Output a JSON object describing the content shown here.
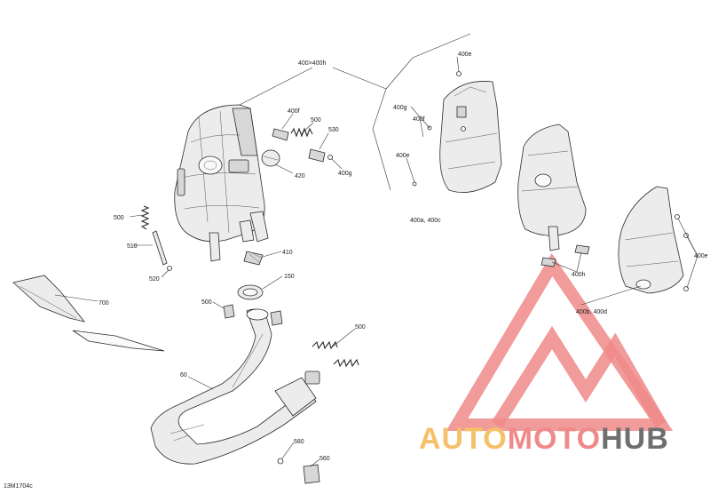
{
  "diagram": {
    "doc_code": "13M1704c",
    "callouts": [
      {
        "id": "c-400-400h",
        "text": "400>400h"
      },
      {
        "id": "c-400e-top",
        "text": "400e"
      },
      {
        "id": "c-400g-right",
        "text": "400g"
      },
      {
        "id": "c-400f-right",
        "text": "400f"
      },
      {
        "id": "c-400e-mid",
        "text": "400e"
      },
      {
        "id": "c-400a-400c",
        "text": "400a, 400c"
      },
      {
        "id": "c-400f-left",
        "text": "400f"
      },
      {
        "id": "c-500-top",
        "text": "500"
      },
      {
        "id": "c-530",
        "text": "530"
      },
      {
        "id": "c-400g-left",
        "text": "400g"
      },
      {
        "id": "c-420",
        "text": "420"
      },
      {
        "id": "c-500-left",
        "text": "500"
      },
      {
        "id": "c-510",
        "text": "510"
      },
      {
        "id": "c-520",
        "text": "520"
      },
      {
        "id": "c-410",
        "text": "410"
      },
      {
        "id": "c-150",
        "text": "150"
      },
      {
        "id": "c-700",
        "text": "700"
      },
      {
        "id": "c-500-mid",
        "text": "500"
      },
      {
        "id": "c-500-right",
        "text": "500"
      },
      {
        "id": "c-60",
        "text": "60"
      },
      {
        "id": "c-580",
        "text": "580"
      },
      {
        "id": "c-560",
        "text": "560"
      },
      {
        "id": "c-400h",
        "text": "400h"
      },
      {
        "id": "c-400b-400d",
        "text": "400b, 400d"
      },
      {
        "id": "c-400e-far",
        "text": "400e"
      }
    ]
  },
  "watermark": {
    "word_1": "AUTO",
    "word_2": "MOTO",
    "word_3": "HUB",
    "colors": {
      "auto": "#f5c06a",
      "moto": "#f08a8a",
      "hub": "#6f6f6f",
      "logo": "#f08a8a"
    }
  }
}
